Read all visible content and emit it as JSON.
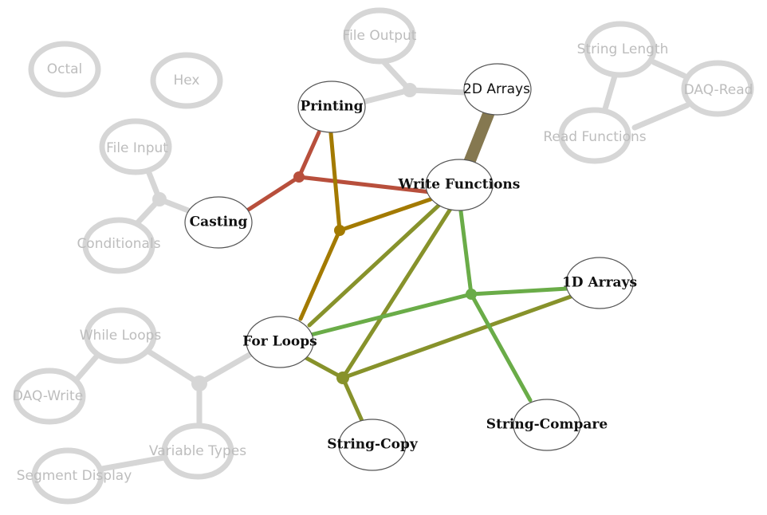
{
  "colors": {
    "faded_stroke": "#d6d6d6",
    "faded_text": "#bdbdbd",
    "active_stroke": "#555555",
    "red": "#b84f3c",
    "gold": "#a37a00",
    "olive": "#87922b",
    "green": "#6aac48",
    "brown": "#857850"
  },
  "faded_nodes": {
    "octal": "Octal",
    "hex": "Hex",
    "file_input": "File Input",
    "conditionals": "Conditionals",
    "file_output": "File Output",
    "string_length": "String Length",
    "daq_read": "DAQ-Read",
    "read_functions": "Read Functions",
    "while_loops": "While Loops",
    "daq_write": "DAQ-Write",
    "variable_types": "Variable Types",
    "segment_display": "Segment Display"
  },
  "active_nodes": {
    "printing": "Printing",
    "arrays_2d": "2D Arrays",
    "write_functions": "Write Functions",
    "casting": "Casting",
    "arrays_1d": "1D Arrays",
    "for_loops": "For Loops",
    "string_copy": "String-Copy",
    "string_compare": "String-Compare"
  }
}
